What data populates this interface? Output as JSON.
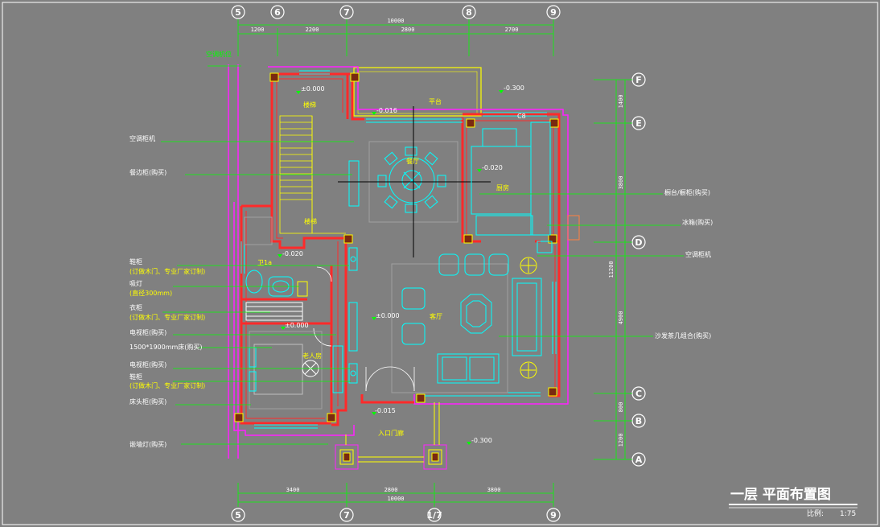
{
  "colors": {
    "background": "#808080",
    "wall_red": "#ff2a2a",
    "wall_magenta": "#ff20ff",
    "furniture_cyan": "#00ffff",
    "annotation_green": "#00ff00",
    "label_yellow": "#ffff00",
    "dim_white": "#ffffff"
  },
  "axes": {
    "top": [
      "5",
      "6",
      "7",
      "8",
      "9"
    ],
    "bottom": [
      "5",
      "7",
      "1/7",
      "9"
    ],
    "right": [
      "F",
      "E",
      "D",
      "C",
      "B",
      "A"
    ]
  },
  "dimensions": {
    "top_total": "10000",
    "top_segments": [
      "1200",
      "2200",
      "2800",
      "2700"
    ],
    "bottom_total": "10000",
    "bottom_segments": [
      "3400",
      "2800",
      "3800"
    ],
    "right_total": "11200",
    "right_segments": [
      "1400",
      "3800",
      "4900",
      "800",
      "1200"
    ]
  },
  "rooms": {
    "terrace": "平台",
    "dining": "餐厅",
    "kitchen": "厨房",
    "stair": "楼梯",
    "stair2": "楼梯",
    "bath": "卫1a",
    "living": "客厅",
    "elder_bedroom": "老人房",
    "entrance": "入口门廊",
    "kitchen_door": "C8"
  },
  "elevations": {
    "e1": "±0.000",
    "e2": "-0.300",
    "e3": "-0.016",
    "e4": "-0.020",
    "e5": "-0.020",
    "e6": "±0.000",
    "e7": "±0.000",
    "e8": "-0.015",
    "e9": "-0.300"
  },
  "left_labels": [
    "空调柜机",
    "餐边柜(购买)",
    "鞋柜",
    "(订做木门、专业厂家订制)",
    "吸灯",
    "(直径300mm)",
    "衣柜",
    "(订做木门、专业厂家订制)",
    "电视柜(购买)",
    "1500*1900mm床(购买)",
    "电视柜(购买)",
    "鞋柜",
    "(订做木门、专业厂家订制)",
    "床头柜(购买)",
    "嵌墙灯(购买)"
  ],
  "right_labels": [
    "橱台/橱柜(购买)",
    "冰箱(购买)",
    "空调柜机",
    "沙发茶几组合(购买)"
  ],
  "top_left_note": "空调机位",
  "title": "一层  平面布置图",
  "scale_label": "比例:",
  "scale_value": "1:75"
}
